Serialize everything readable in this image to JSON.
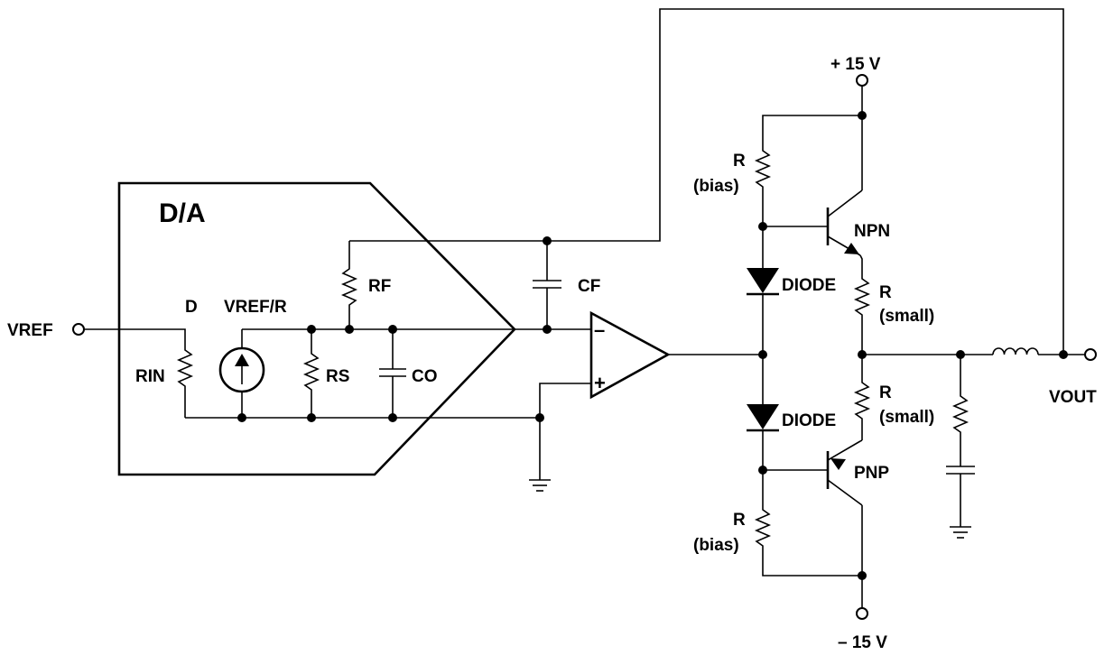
{
  "block": {
    "title": "D/A"
  },
  "labels": {
    "vref": "VREF",
    "d": "D",
    "vref_r": "VREF/R",
    "rin": "RIN",
    "rs": "RS",
    "co": "CO",
    "rf": "RF",
    "cf": "CF",
    "opamp_minus": "–",
    "opamp_plus": "+",
    "plus15": "+ 15 V",
    "minus15": "– 15 V",
    "r_bias_top_r": "R",
    "r_bias_top_sub": "(bias)",
    "r_bias_bot_r": "R",
    "r_bias_bot_sub": "(bias)",
    "npn": "NPN",
    "pnp": "PNP",
    "diode_top": "DIODE",
    "diode_bot": "DIODE",
    "r_small_top_r": "R",
    "r_small_top_sub": "(small)",
    "r_small_bot_r": "R",
    "r_small_bot_sub": "(small)",
    "vout": "VOUT"
  }
}
